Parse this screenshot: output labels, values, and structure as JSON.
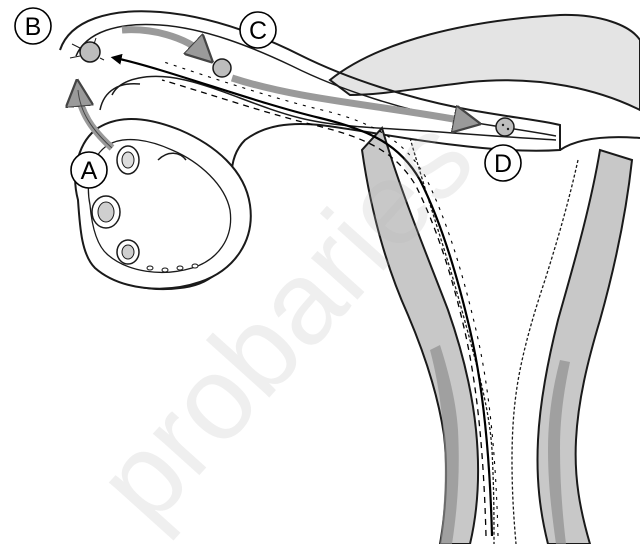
{
  "labels": {
    "a": "A",
    "b": "B",
    "c": "C",
    "d": "D"
  },
  "watermark": "probaries",
  "colors": {
    "outline": "#1a1a1a",
    "wall_fill": "#c8c8c8",
    "wall_dark": "#8e8e8e",
    "cavity": "#ffffff",
    "arrow_gray": "#9a9a9a",
    "egg_fill": "#bdbdbd",
    "watermark": "#b8b8b8"
  },
  "icons": {
    "egg": "egg-cell-icon",
    "sperm": "sperm-path-icon"
  }
}
